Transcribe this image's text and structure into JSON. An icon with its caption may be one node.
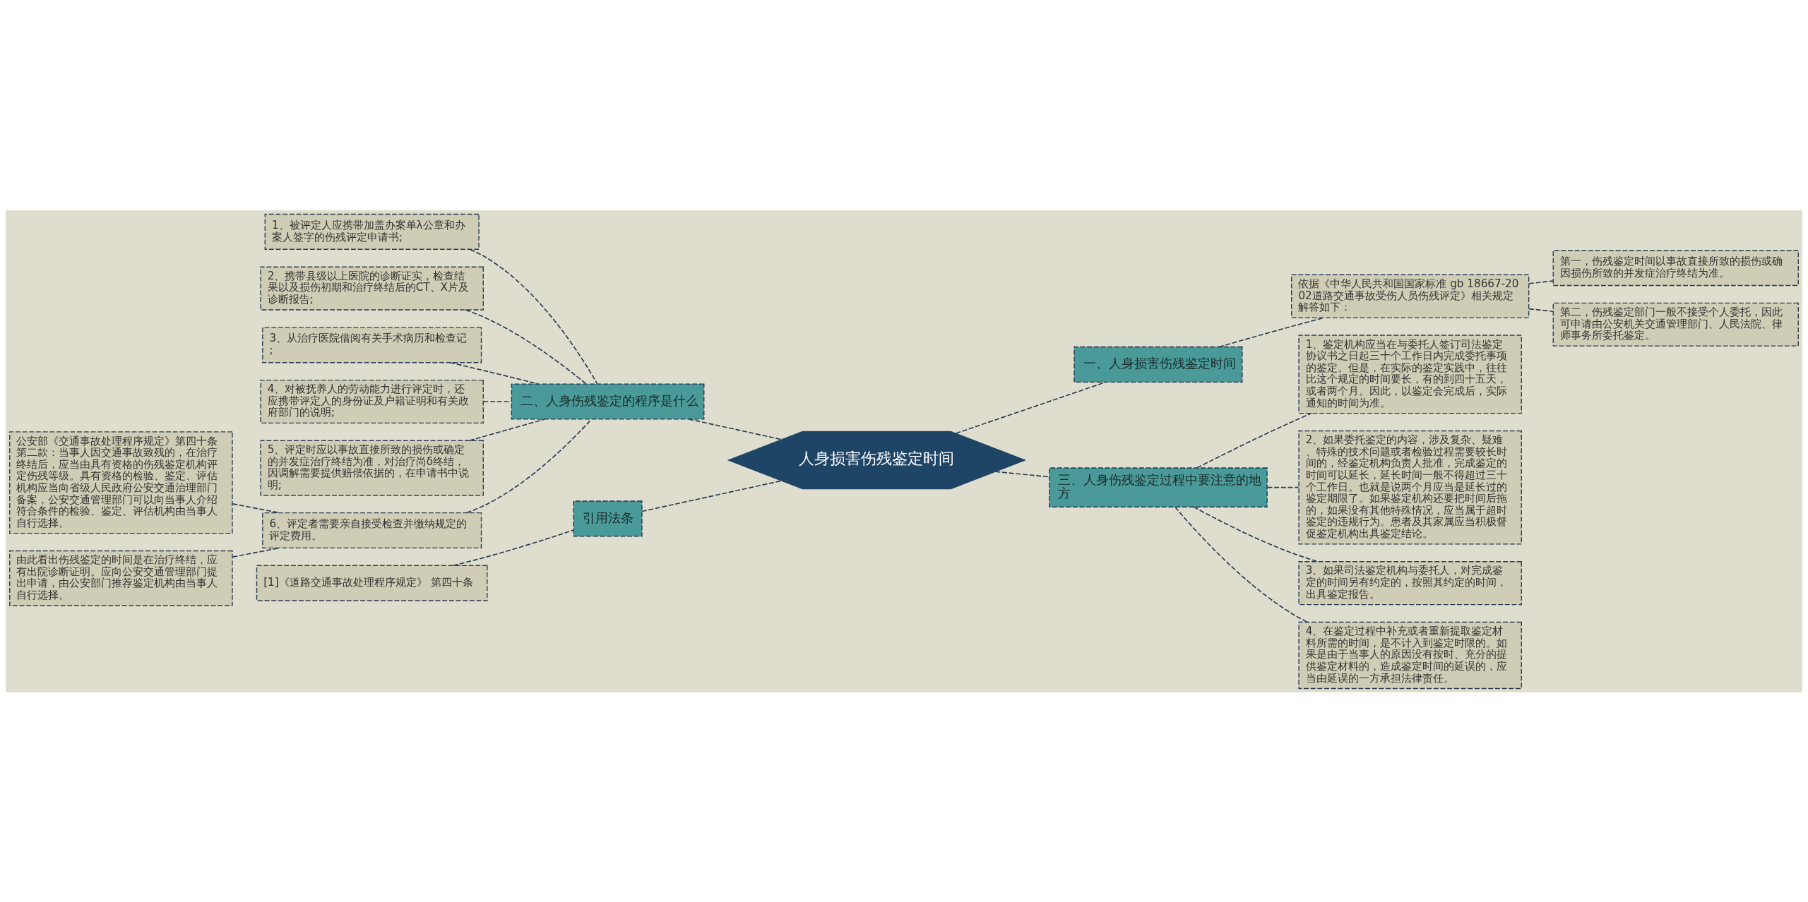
{
  "diagram": {
    "nodes": [
      {
        "text": [
          "人身损害伤残鉴定时间"
        ]
      },
      {
        "text": [
          "一、人身损害伤残鉴定时间"
        ]
      },
      {
        "text": [
          "依据《中华人民共和国国家标准 gb 18667-2002道路交通事故受伤人员伤残评定》相关规定解答如下："
        ]
      },
      {
        "text": [
          "第一，伤残鉴定时间以事故直接所致的损伤或确因损伤所致的并发症治疗终结为准。"
        ]
      },
      {
        "text": [
          "第二，伤残鉴定部门一般不接受个人委托，因此可申请由公安机关交通管理部门、人民法院、律师事务所委托鉴定。"
        ]
      },
      {
        "text": [
          "三、人身伤残鉴定过程中要注意的地方"
        ]
      },
      {
        "text": [
          "1、鉴定机构应当在与委托人签订司法鉴定协议书之日起三十个工作日内完成委托事项的鉴定。但是，在实际的鉴定实践中，往往比这个规定的时间要长，有的到四十五天，或者两个月。因此，以鉴定会完成后，实际通知的时间为准。"
        ]
      },
      {
        "text": [
          "2、如果委托鉴定的内容，涉及复杂、疑难、特殊的技术问题或者检验过程需要较长时间的，经鉴定机构负责人批准，完成鉴定的时间可以延长，延长时间一般不得超过三十个工作日。也就是说两个月应当是延长过的鉴定期限了。如果鉴定机构还要把时间后拖的，如果没有其他特殊情况，应当属于超时鉴定的违规行为。患者及其家属应当积极督促鉴定机构出具鉴定结论。"
        ]
      },
      {
        "text": [
          "3、如果司法鉴定机构与委托人，对完成鉴定的时间另有约定的，按照其约定的时间，出具鉴定报告。"
        ]
      },
      {
        "text": [
          "4、在鉴定过程中补充或者重新提取鉴定材料所需的时间，是不计入到鉴定时限的。如果是由于当事人的原因没有按时、充分的提供鉴定材料的，造成鉴定时间的延误的，应当由延误的一方承担法律责任。"
        ]
      },
      {
        "text": [
          "二、人身伤残鉴定的程序是什么"
        ]
      },
      {
        "text": [
          "1、被评定人应携带加盖办案单λ公章和办案人签字的伤残评定申请书;"
        ]
      },
      {
        "text": [
          "2、携带县级以上医院的诊断证实，检查结果以及损伤初期和治疗终结后的CT、X片及诊断报告;"
        ]
      },
      {
        "text": [
          "3、从治疗医院借阅有关手术病历和检查记;"
        ]
      },
      {
        "text": [
          "4、对被抚养人的劳动能力进行评定时，还应携带评定人的身份证及户籍证明和有关政府部门的说明;"
        ]
      },
      {
        "text": [
          "5、评定时应以事故直接所致的损伤或确定的并发症治疗终结为准，对治疗尚δ终结，因调解需要提供赔偿依据的，在申请书中说明;"
        ]
      },
      {
        "text": [
          "6、评定者需要亲自接受检查并缴纳规定的评定费用。"
        ]
      },
      {
        "text": [
          "公安部《交通事故处理程序规定》第四十条第二款：当事人因交通事故致残的，在治疗终结后，应当由具有资格的伤残鉴定机构评定伤残等级。具有资格的检验、鉴定、评估机构应当向省级人民政府公安交通治理部门备案，公安交通管理部门可以向当事人介绍符合条件的检验、鉴定、评估机构由当事人自行选择。"
        ]
      },
      {
        "text": [
          "由此看出伤残鉴定的时间是在治疗终结，应有出院诊断证明。应向公安交通管理部门提出申请，由公安部门推荐鉴定机构由当事人自行选择。"
        ]
      },
      {
        "text": [
          "引用法条"
        ]
      },
      {
        "text": [
          "[1]《道路交通事故处理程序规定》 第四十条"
        ]
      }
    ],
    "edges": [
      {
        "from": 0,
        "to": 1,
        "arrow": "none"
      },
      {
        "from": 1,
        "to": 2,
        "arrow": "none"
      },
      {
        "from": 2,
        "to": 3,
        "arrow": "none"
      },
      {
        "from": 2,
        "to": 4,
        "arrow": "none"
      },
      {
        "from": 0,
        "to": 5,
        "arrow": "none"
      },
      {
        "from": 5,
        "to": 6,
        "arrow": "none"
      },
      {
        "from": 5,
        "to": 7,
        "arrow": "none"
      },
      {
        "from": 5,
        "to": 8,
        "arrow": "none"
      },
      {
        "from": 5,
        "to": 9,
        "arrow": "none"
      },
      {
        "from": 0,
        "to": 10,
        "arrow": "none"
      },
      {
        "from": 10,
        "to": 11,
        "arrow": "none"
      },
      {
        "from": 10,
        "to": 12,
        "arrow": "none"
      },
      {
        "from": 10,
        "to": 13,
        "arrow": "none"
      },
      {
        "from": 10,
        "to": 14,
        "arrow": "none"
      },
      {
        "from": 10,
        "to": 15,
        "arrow": "none"
      },
      {
        "from": 10,
        "to": 16,
        "arrow": "none"
      },
      {
        "from": 16,
        "to": 17,
        "arrow": "none"
      },
      {
        "from": 16,
        "to": 18,
        "arrow": "none"
      },
      {
        "from": 0,
        "to": 19,
        "arrow": "none"
      },
      {
        "from": 19,
        "to": 20,
        "arrow": "none"
      }
    ]
  }
}
